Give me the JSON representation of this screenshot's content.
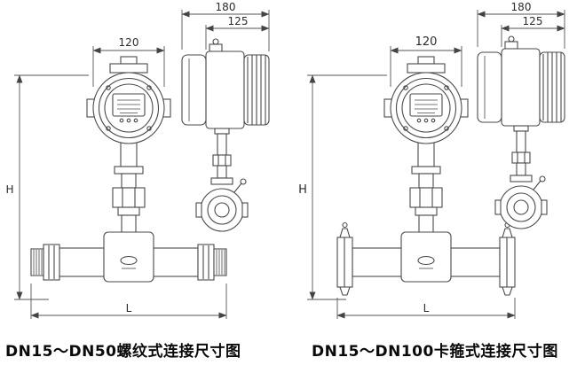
{
  "page": {
    "background": "#ffffff",
    "line_color": "#4a4a4a",
    "dim_color": "#555555",
    "text_color": "#2b2b2b"
  },
  "left_drawing": {
    "caption": "DN15～DN50螺纹式连接尺寸图",
    "connection_type": "threaded",
    "dim_head_width": "120",
    "dim_side_total_width": "180",
    "dim_side_body_width": "125",
    "dim_height": "H",
    "dim_length": "L"
  },
  "right_drawing": {
    "caption": "DN15～DN100卡箍式连接尺寸图",
    "connection_type": "clamp",
    "dim_head_width": "120",
    "dim_side_total_width": "180",
    "dim_side_body_width": "125",
    "dim_height": "H",
    "dim_length": "L"
  }
}
